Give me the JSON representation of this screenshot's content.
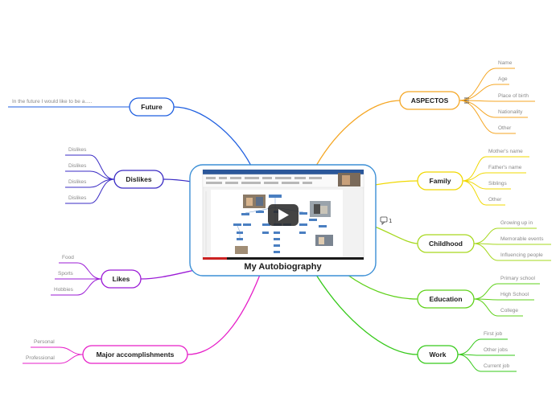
{
  "central": {
    "title": "My Autobiography",
    "media": "video-thumbnail",
    "play_icon": "play-icon"
  },
  "comment_count": "1",
  "branches": [
    {
      "id": "aspectos",
      "label": "ASPECTOS",
      "color": "#f5a623",
      "has_note_icon": true,
      "children": [
        "Name",
        "Age",
        "Place of birth",
        "Nationality",
        "Other"
      ]
    },
    {
      "id": "family",
      "label": "Family",
      "color": "#f0d800",
      "children": [
        "Mother's name",
        "Father's name",
        "Siblings",
        "Other"
      ]
    },
    {
      "id": "childhood",
      "label": "Childhood",
      "color": "#a6d81e",
      "children": [
        "Growing up in",
        "Memorable events",
        "Influencing people"
      ]
    },
    {
      "id": "education",
      "label": "Education",
      "color": "#5fd11a",
      "children": [
        "Primary school",
        "High School",
        "College"
      ]
    },
    {
      "id": "work",
      "label": "Work",
      "color": "#36c91a",
      "children": [
        "First job",
        "Other jobs",
        "Current job"
      ]
    },
    {
      "id": "future",
      "label": "Future",
      "color": "#1f5fe0",
      "children": [
        "In the future I would like to be a....."
      ]
    },
    {
      "id": "dislikes",
      "label": "Dislikes",
      "color": "#3a2bc4",
      "children": [
        "Dislikes",
        "Dislikes",
        "Dislikes",
        "Dislikes"
      ]
    },
    {
      "id": "likes",
      "label": "Likes",
      "color": "#9b1bd6",
      "children": [
        "Food",
        "Sports",
        "Hobbies"
      ]
    },
    {
      "id": "major",
      "label": "Major accomplishments",
      "color": "#e61ec8",
      "children": [
        "Personal",
        "Professional"
      ]
    }
  ]
}
